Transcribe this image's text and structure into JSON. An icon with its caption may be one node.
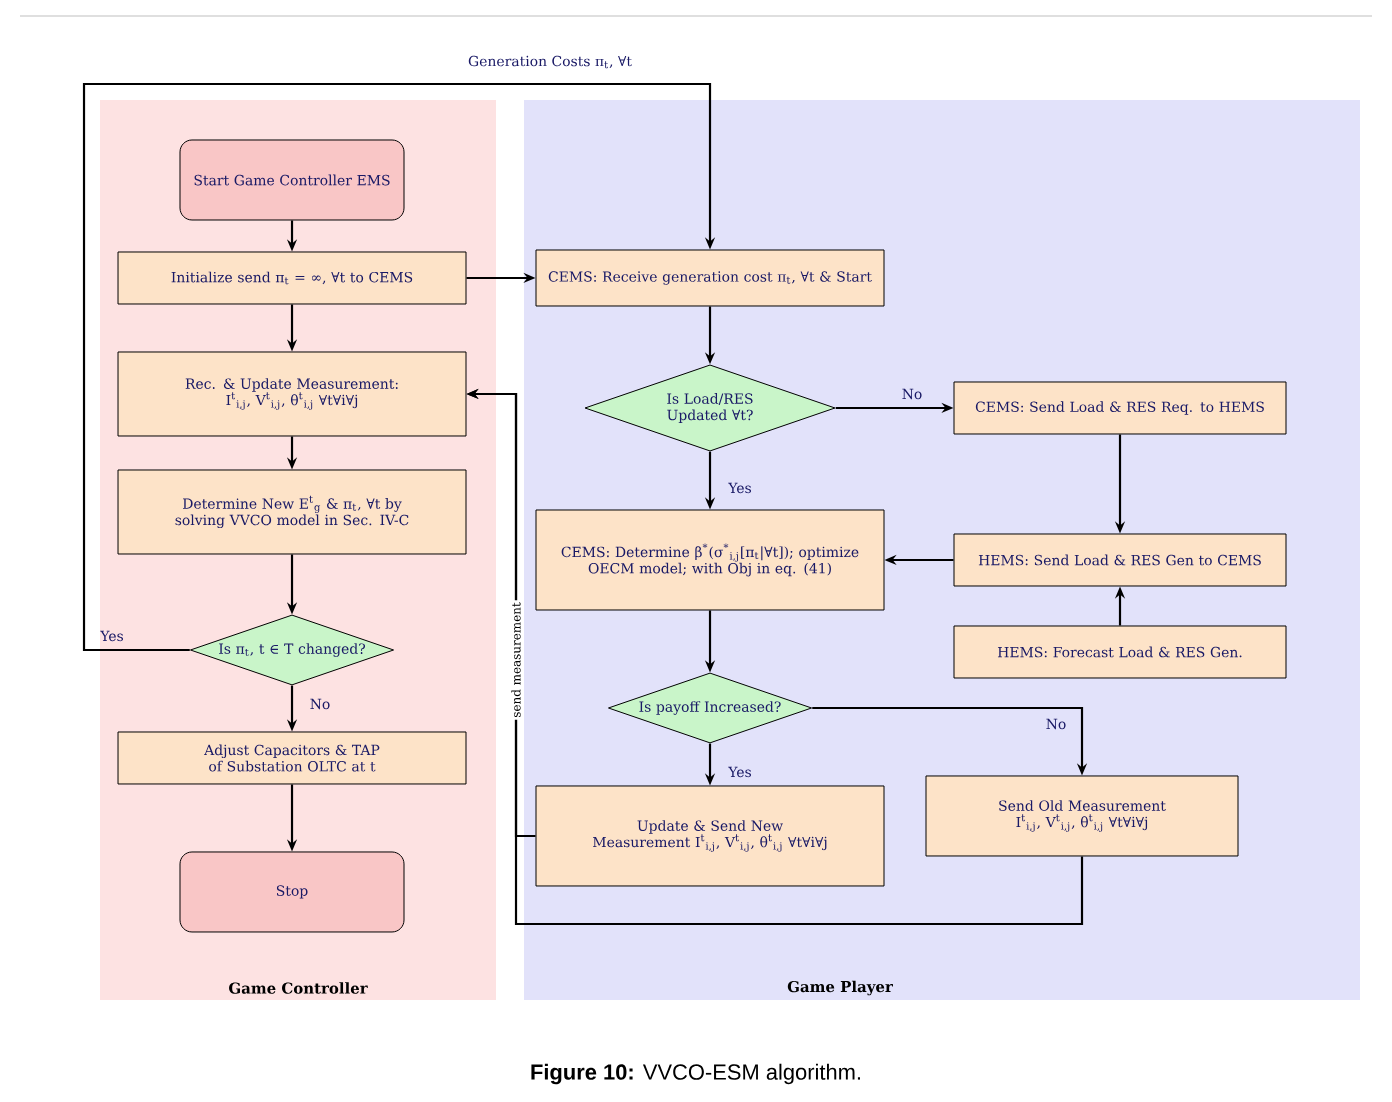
{
  "diagram": {
    "caption": "**Figure 10:** VVCO-ESM algorithm.",
    "nodes": [
      {
        "text": [
          "Game Controller"
        ]
      },
      {
        "text": [
          "Game Player"
        ]
      },
      {
        "text": [
          "Start Game Controller EMS"
        ],
        "in": 0
      },
      {
        "text": [
          "Initialize send π$_{t}$ = ∞, ∀t to CEMS"
        ],
        "in": 0
      },
      {
        "text": [
          "Rec. & Update Measurement: I$^{t}$$_{i,j}$, V$^{t}$$_{i,j}$, θ$^{t}$$_{i,j}$ ∀t∀i∀j"
        ],
        "in": 0
      },
      {
        "text": [
          "Determine New E$^{t}$$_{g}$ & π$_{t}$, ∀t by solving VVCO model in Sec. IV-C"
        ],
        "in": 0
      },
      {
        "text": [
          "Is π$_{t}$, t ∈ T changed?"
        ],
        "in": 0
      },
      {
        "text": [
          "Adjust Capacitors & TAP of Substation OLTC at t"
        ],
        "in": 0
      },
      {
        "text": [
          "Stop"
        ],
        "in": 0
      },
      {
        "text": [
          "CEMS: Receive generation cost π$_{t}$, ∀t & Start"
        ],
        "in": 1
      },
      {
        "text": [
          "Is Load/RES Updated ∀t?"
        ],
        "in": 1
      },
      {
        "text": [
          "CEMS: Send Load & RES Req. to HEMS"
        ],
        "in": 1
      },
      {
        "text": [
          "CEMS: Determine β$^{*}$(σ$^{*}$$_{i,j}$[π$_{t}$|∀t]); optimize OECM model; with Obj in eq. (41)"
        ],
        "in": 1
      },
      {
        "text": [
          "HEMS: Send Load & RES Gen to CEMS"
        ],
        "in": 1
      },
      {
        "text": [
          "HEMS: Forecast Load & RES Gen."
        ],
        "in": 1
      },
      {
        "text": [
          "Is payoff Increased?"
        ],
        "in": 1
      },
      {
        "text": [
          "Update & Send New Measurement I$^{t}$$_{i,j}$, V$^{t}$$_{i,j}$, θ$^{t}$$_{i,j}$ ∀t∀i∀j"
        ],
        "in": 1
      },
      {
        "text": [
          "Send Old Measurement I$^{t}$$_{i,j}$, V$^{t}$$_{i,j}$, θ$^{t}$$_{i,j}$ ∀t∀i∀j"
        ],
        "in": 1
      }
    ],
    "edges": [
      {
        "from": 2,
        "to": 3,
        "arrow": "to"
      },
      {
        "from": 3,
        "to": 4,
        "arrow": "to"
      },
      {
        "from": 4,
        "to": 5,
        "arrow": "to"
      },
      {
        "from": 5,
        "to": 6,
        "arrow": "to"
      },
      {
        "from": 6,
        "to": 7,
        "arrow": "to",
        "label": "No"
      },
      {
        "from": 7,
        "to": 8,
        "arrow": "to"
      },
      {
        "from": 6,
        "to": 9,
        "arrow": "to",
        "label": "Yes"
      },
      {
        "from": 3,
        "to": 9,
        "arrow": "to"
      },
      {
        "from": 9,
        "to": 10,
        "arrow": "to"
      },
      {
        "from": 10,
        "to": 11,
        "arrow": "to",
        "label": "No"
      },
      {
        "from": 10,
        "to": 12,
        "arrow": "to",
        "label": "Yes"
      },
      {
        "from": 11,
        "to": 13,
        "arrow": "to"
      },
      {
        "from": 14,
        "to": 13,
        "arrow": "to"
      },
      {
        "from": 13,
        "to": 12,
        "arrow": "to"
      },
      {
        "from": 12,
        "to": 15,
        "arrow": "to"
      },
      {
        "from": 15,
        "to": 16,
        "arrow": "to",
        "label": "Yes"
      },
      {
        "from": 15,
        "to": 17,
        "arrow": "to",
        "label": "No"
      },
      {
        "from": 16,
        "to": 4,
        "arrow": "to",
        "label": "send measurement"
      },
      {
        "from": 17,
        "to": 4,
        "arrow": "to"
      }
    ],
    "labels": [
      "Generation Costs π$_{t}$, ∀t"
    ]
  }
}
